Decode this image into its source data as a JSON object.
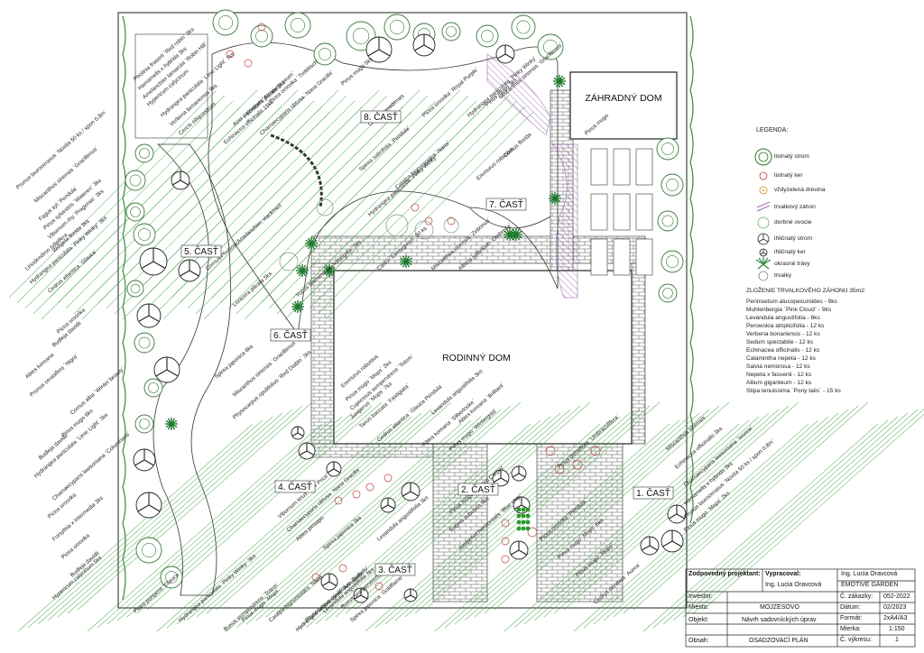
{
  "buildings": {
    "house": "RODINNÝ DOM",
    "garden_house": "ZÁHRADNÝ DOM"
  },
  "parts": [
    "1. ČASŤ",
    "2. ČASŤ",
    "3. ČASŤ",
    "4. ČASŤ",
    "5. ČASŤ",
    "6. ČASŤ",
    "7. ČASŤ",
    "8. ČASŤ"
  ],
  "legend": {
    "title": "LEGENDA:",
    "items": [
      {
        "label": "listnatý strom",
        "icon": "deciduous-tree-icon"
      },
      {
        "label": "listnatý ker",
        "icon": "deciduous-shrub-icon"
      },
      {
        "label": "vždyzelená drevina",
        "icon": "evergreen-icon"
      },
      {
        "label": "trvalkový záhon",
        "icon": "perennial-bed-icon"
      },
      {
        "label": "dorbné ovocie",
        "icon": "fruit-icon"
      },
      {
        "label": "ihličnatý strom",
        "icon": "conifer-tree-icon"
      },
      {
        "label": "ihličnatý ker",
        "icon": "conifer-shrub-icon"
      },
      {
        "label": "okrasné trávy",
        "icon": "grass-icon"
      },
      {
        "label": "trvalky",
        "icon": "perennial-icon"
      }
    ]
  },
  "composition": {
    "title": "ZLOŽENIE TRVALKOVÉHO ZÁHONU 35m2:",
    "items": [
      "Pennisetum alucopecuroides - 9ks",
      "Muhlenbergia ´Pink Cloud´ - 9ks",
      "Levandula angustifolia - 6ks",
      "Perowskia atriplicifolia - 12 ks",
      "Verbena bonariensis - 12 ks",
      "Sedum spectabile - 12 ks",
      "Echinacea officinalis - 12 ks",
      "Calamintha nepeta - 12 ks",
      "Salvia nemorosa - 12 ks",
      "Nepeta x fassenii - 12 ks",
      "Allium giganteum - 12 ks",
      "Stipa tenuissima ´Pony tails´ - 15 ks"
    ]
  },
  "title_block": {
    "responsible_label": "Zodpovedný projektant:",
    "prepared_label": "Vypracoval:",
    "prepared_name": "Ing. Lucia Oravcová",
    "company": "Ing. Lucia Oravcová",
    "company2": "EMOTIVE GARDEN",
    "investor_label": "Investor:",
    "investor": "",
    "place_label": "Miesto:",
    "place": "MOJZESOVO",
    "object_label": "Objekt:",
    "object": "Návrh sadovníckých úprav",
    "content_label": "Obsah:",
    "content": "OSADZOVACÍ PLÁN",
    "order_label": "Č. zákazky:",
    "order": "052-2022",
    "date_label": "Dátum:",
    "date": "02/2023",
    "format_label": "Formát:",
    "format": "2xA4/A3",
    "scale_label": "Mierka:",
    "scale": "1:150",
    "drawing_label": "Č. výkresu:",
    "drawing": "1"
  },
  "plant_labels": [
    "Photinia fraserii ´Red robin´ 3ks",
    "Hamamelis x hybrida 3ks",
    "Amelanchier lamarckii ´Robin Hill´",
    "Hypericum calycinum",
    "Hydrangea paniculata ´Lime Light´ 7ks",
    "Verbena bonariensis 9ks",
    "Cercis siliquastrum",
    "Echinacea officinalis 15ks",
    "Acer palmatum ´Atropurpureum´",
    "Lonicera pileata 3ks",
    "Chamaecyparis obtusa ´Nana Gracilis´",
    "Picea omorika ´Treblitsch´",
    "Pinus mugo 3ks",
    "Miscanthus sinensis ´Gracillimus´",
    "Prunus laurocerasus ´Novita 50 ks / spon 0.8m´",
    "Miscanthus sinensis ´Gracillimus´",
    "Fagus syl.´Pendula´",
    "Pinus sylvestris ´Watereri´ 3ks",
    "Viburnum rhy.´Pragense´ 3ks",
    "Weigela florida 3ks",
    "Liriodendron tulipifera",
    "Hydrangea paniculata ´Pinky Winky´ 3ks",
    "Cedrus atlantica ´Glauca´",
    "Cornus/Photinia/Amelanchier, viackmeň",
    "Lonicera pileata 5ks",
    "Picea omorika",
    "Budleja davidii",
    "Abies koreana",
    "Prunus cerasifera ´Nigra´",
    "Cornus alba ´Winter beauty´",
    "Pinus mugo 6ks",
    "Budleja davidii",
    "Hydrangea paniculata ´Lime Light´ 3ks",
    "Chamaecyparis lawsoniana ´Columnaris´",
    "Picea omorika",
    "Forsythia x intermedia 3ks",
    "Picea omorika",
    "Budleja davidii",
    "Hypericum calycinum 5ks",
    "Picea pungens ´Glauca´",
    "Hydrangea paniculata ´Pinky Winky´ 3ks",
    "Catalpa bignonioides ´Nana´",
    "Eremurus robustus",
    "Hydrangea paniculata ´Pinky Winky´",
    "Yucca filamentosa ´Variegata´ 5ks",
    "Carex ´Everygreen´ 30 ks",
    "Miscanthus sinensis ´Zebrinus´",
    "Albizia julibrissin ´Ombrella´",
    "Spirea japonica 6ks",
    "Miscanthus sinensis ´Gracillimus´",
    "Physocarpus opulifolius ´Red Diablo´ 3ks",
    "Spirea salicifolia ´Pendula´",
    "Eremurus robustus",
    "Pinus mugo ´Mops´ 2ks",
    "Cupressus sempervirens ´Totem´",
    "Juniperus ´Mops´ 7ks",
    "Taxus baccata ´Fastigiata´",
    "Cedrus atlantica ´Glauca Pendula´",
    "Abies koreana ´Silberlocke´",
    "Pinus mugo ´Wintergold´",
    "Abies koreana ´Brilliant´",
    "Levandula angustifolia 3ks",
    "Viburnum tinus ´Eve Price´",
    "Chamaecyparis obtusa ´Nana Gracilis´",
    "Abies pinsapo",
    "Spirea japonica 3ks",
    "Levandula angustifolia 3ks",
    "Pinus mugo ´Golden Carpet´",
    "Sagina subulata 9ks",
    "Juniperus horizontalis ´Blue chip´",
    "Miscanthus sinensis",
    "Echinacea officinalis 3ks",
    "Chamaecyparis lawsoniana ´Ivonne´",
    "Hamamelis x hybrida 3ks",
    "Prunus laurocerasus ´Novita 50 ks / spon 0.8m´",
    "Pinus mugo ´Mops´ 2ks",
    "Catalpa bignonioides ´Nana´",
    "Hydrangea arborescens ´Annabelle´",
    "Buxus sempervirens ´Totem´",
    "Pinus mugo ´Mops´",
    "Physocarpus opulifolius ´Diabolo´",
    "Levandula angustifolia 3ks",
    "Buxus sempervirens guľa",
    "Spirea japonica ´Goldflame´",
    "Picea omorika ´Pendula´",
    "Pinus mugo ´Mops´ 6ks",
    "Pinus mugo ´Mops´",
    "Cedrus deodara ´Aurea´",
    "Pinus densiflora ´Umbraculifera´",
    "Pinus mugo 5ks",
    "Cercis canadensis",
    "Hydrangea paniculata ´Pinky Winky´",
    "Cornus florida",
    "Pinus mugo",
    "Picea omorika ´Royal Purple´"
  ]
}
